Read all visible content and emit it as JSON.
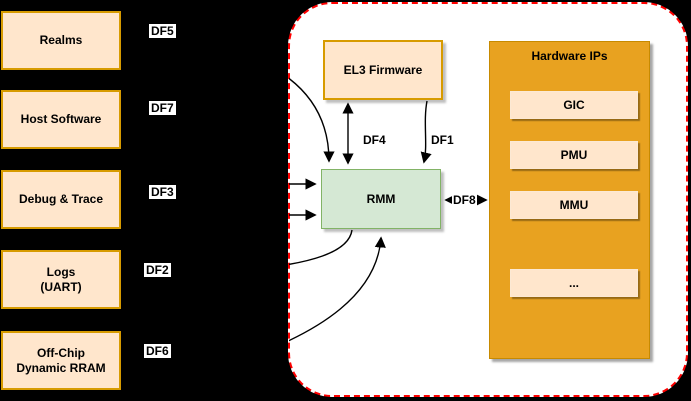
{
  "left_panel": {
    "boxes": [
      {
        "label": "Realms",
        "flow": "DF5"
      },
      {
        "label": "Host Software",
        "flow": "DF7"
      },
      {
        "label": "Debug & Trace",
        "flow": "DF3"
      },
      {
        "label": "Logs\n(UART)",
        "flow": "DF2"
      },
      {
        "label": "Off-Chip\nDynamic RRAM",
        "flow": "DF6"
      }
    ]
  },
  "enclave": {
    "el3_label": "EL3 Firmware",
    "rmm_label": "RMM",
    "hardware": {
      "title": "Hardware IPs",
      "items": [
        {
          "label": "GIC"
        },
        {
          "label": "PMU"
        },
        {
          "label": "MMU"
        },
        {
          "label": "..."
        }
      ]
    },
    "flow_labels": {
      "df4": "DF4",
      "df1": "DF1",
      "df8": "DF8"
    }
  },
  "colors": {
    "background": "#000000",
    "enclave_fill": "#FFFFFF",
    "enclave_border": "#FF0000",
    "node_peach_fill": "#FFE6CC",
    "node_peach_border": "#D79B00",
    "rmm_fill": "#D5E8D4",
    "rmm_border": "#82B366",
    "hardware_fill": "#E8A220",
    "arrow_color": "#000000"
  }
}
